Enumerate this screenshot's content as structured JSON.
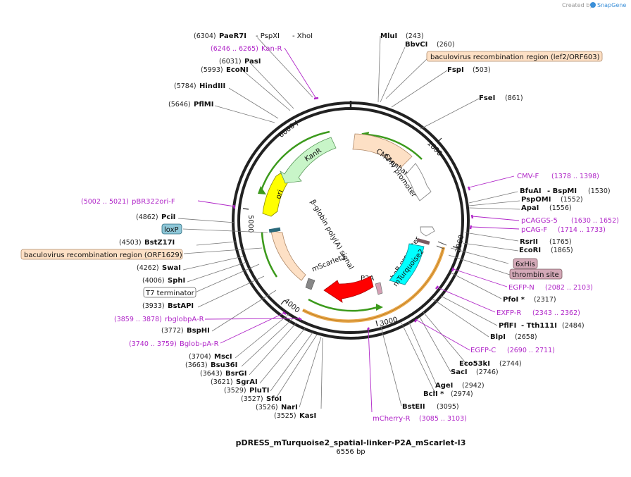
{
  "header": {
    "created_by": "Created by",
    "brand": "SnapGene"
  },
  "plasmid": {
    "name": "pDRESS_mTurquoise2_spatial-linker-P2A_mScarlet-I3",
    "size_label": "6556 bp",
    "length": 6556
  },
  "ticks": [
    "1000",
    "2000",
    "3000",
    "4000",
    "5000",
    "6000"
  ],
  "enzymes_left": [
    {
      "pos": "(6304)",
      "name": "PaeR7I",
      "extra": "- PspXI",
      "extra2": "- XhoI"
    },
    {
      "pos": "(6031)",
      "name": "PasI"
    },
    {
      "pos": "(5993)",
      "name": "EcoNI"
    },
    {
      "pos": "(5784)",
      "name": "HindIII"
    },
    {
      "pos": "(5646)",
      "name": "PflMI"
    },
    {
      "pos": "(4862)",
      "name": "PciI"
    },
    {
      "pos": "(4503)",
      "name": "BstZ17I"
    },
    {
      "pos": "(4262)",
      "name": "SwaI"
    },
    {
      "pos": "(4006)",
      "name": "SphI"
    },
    {
      "pos": "(3933)",
      "name": "BstAPI"
    },
    {
      "pos": "(3772)",
      "name": "BspHI"
    },
    {
      "pos": "(3704)",
      "name": "MscI"
    },
    {
      "pos": "(3663)",
      "name": "Bsu36I"
    },
    {
      "pos": "(3643)",
      "name": "BsrGI"
    },
    {
      "pos": "(3621)",
      "name": "SgrAI"
    },
    {
      "pos": "(3529)",
      "name": "PluTI"
    },
    {
      "pos": "(3527)",
      "name": "SfoI"
    },
    {
      "pos": "(3526)",
      "name": "NarI"
    },
    {
      "pos": "(3525)",
      "name": "KasI"
    }
  ],
  "enzymes_right": [
    {
      "name": "MluI",
      "pos": "(243)"
    },
    {
      "name": "BbvCI",
      "pos": "(260)"
    },
    {
      "name": "FspI",
      "pos": "(503)"
    },
    {
      "name": "FseI",
      "pos": "(861)"
    },
    {
      "name": "BfuAI",
      "extra": "- BspMI",
      "pos": "(1530)"
    },
    {
      "name": "PspOMI",
      "pos": "(1552)"
    },
    {
      "name": "ApaI",
      "pos": "(1556)"
    },
    {
      "name": "RsrII",
      "pos": "(1765)"
    },
    {
      "name": "EcoRI",
      "pos": "(1865)"
    },
    {
      "name": "PfoI *",
      "pos": "(2317)"
    },
    {
      "name": "BlpI",
      "pos": "(2658)"
    },
    {
      "name": "PflFI",
      "extra": "- Tth111I",
      "pos": "(2484)"
    },
    {
      "name": "Eco53kI",
      "pos": "(2744)"
    },
    {
      "name": "SacI",
      "pos": "(2746)"
    },
    {
      "name": "AgeI",
      "pos": "(2942)"
    },
    {
      "name": "BclI *",
      "pos": "(2974)"
    },
    {
      "name": "BstEII",
      "pos": "(3095)"
    }
  ],
  "primers": [
    {
      "name": "Kan-R",
      "pos": "(6246 .. 6265)"
    },
    {
      "name": "CMV-F",
      "pos": "(1378 .. 1398)"
    },
    {
      "name": "pCAGGS-5",
      "pos": "(1630 .. 1652)"
    },
    {
      "name": "pCAG-F",
      "pos": "(1714 .. 1733)"
    },
    {
      "name": "EGFP-N",
      "pos": "(2082 .. 2103)"
    },
    {
      "name": "EXFP-R",
      "pos": "(2343 .. 2362)"
    },
    {
      "name": "EGFP-C",
      "pos": "(2690 .. 2711)"
    },
    {
      "name": "mCherry-R",
      "pos": "(3085 .. 3103)"
    },
    {
      "name": "pBR322ori-F",
      "pos": "(5002 .. 5021)"
    },
    {
      "name": "rbglobpA-R",
      "pos": "(3859 .. 3878)"
    },
    {
      "name": "Bglob-pA-R",
      "pos": "(3740 .. 3759)"
    }
  ],
  "boxed_features": {
    "lef2": "baculovirus recombination region (lef2/ORF603)",
    "orf1629": "baculovirus recombination region (ORF1629)",
    "loxp": "loxP",
    "t7": "T7 terminator",
    "his": "6xHis",
    "thrombin": "thrombin site"
  },
  "features": {
    "cmv_enhancer": "CMV enhancer",
    "cmv_promoter": "CMV promoter",
    "rhab_promoter": "rhaB promoter",
    "mturquoise2": "mTurquoise2",
    "p2a": "P2A",
    "mscarlet3": "mScarlet3",
    "bglobin": "β-globin poly(A) signal",
    "ori": "ori",
    "kanr": "KanR"
  },
  "colors": {
    "cmv": "#fde0c5",
    "mturquoise": "#00ffff",
    "mscarlet": "#ff0000",
    "bglobin": "#fde0c5",
    "ori": "#ffff00",
    "kanr": "#c8f5c8",
    "primer": "#b026c8",
    "loxp": "#8ec7d8",
    "his": "#d4a9b8",
    "baculo": "#fde0c5"
  }
}
